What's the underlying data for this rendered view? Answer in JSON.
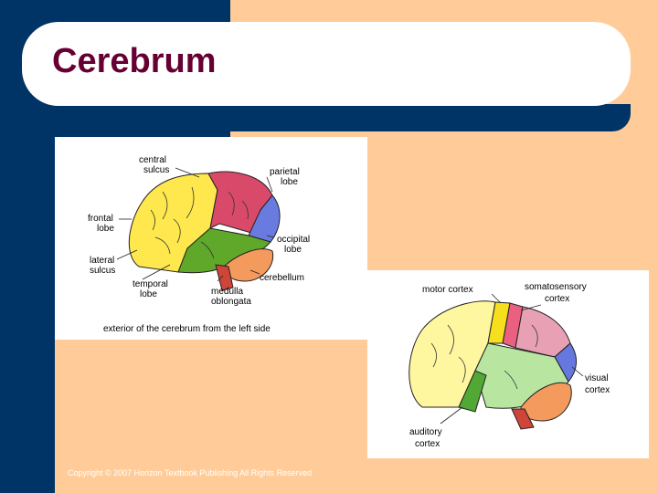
{
  "slide": {
    "title": "Cerebrum",
    "copyright": "Copyright © 2007 Horizon Textbook Publishing All Rights Reserved"
  },
  "diagram1": {
    "caption": "exterior of the cerebrum from the left side",
    "labels": {
      "central": [
        "central",
        "sulcus"
      ],
      "parietal": [
        "parietal",
        "lobe"
      ],
      "frontal": [
        "frontal",
        "lobe"
      ],
      "occipital": [
        "occipital",
        "lobe"
      ],
      "lateral": [
        "lateral",
        "sulcus"
      ],
      "cerebellum": "cerebellum",
      "temporal": [
        "temporal",
        "lobe"
      ],
      "medulla": [
        "medulla",
        "oblongata"
      ]
    }
  },
  "diagram2": {
    "labels": {
      "motor": "motor cortex",
      "somatosensory": [
        "somatosensory",
        "cortex"
      ],
      "visual": [
        "visual",
        "cortex"
      ],
      "auditory": [
        "auditory",
        "cortex"
      ]
    }
  },
  "colors": {
    "background": "#FFCC99",
    "navy": "#003366",
    "title": "#660033",
    "frontal_lobe": "#FFE84D",
    "parietal_lobe": "#D94A6A",
    "occipital_lobe": "#6A7BE0",
    "temporal_lobe": "#5FA82A",
    "cerebellum": "#F39A5C",
    "brainstem": "#D0453A",
    "motor_cortex": "#F6DF1C",
    "somatosensory_cortex": "#E96080",
    "visual_cortex": "#6677DD",
    "auditory_cortex": "#52A834",
    "association_light": "#FFF6A0",
    "association_pink": "#E8A0B4",
    "association_green": "#B8E6A0"
  }
}
